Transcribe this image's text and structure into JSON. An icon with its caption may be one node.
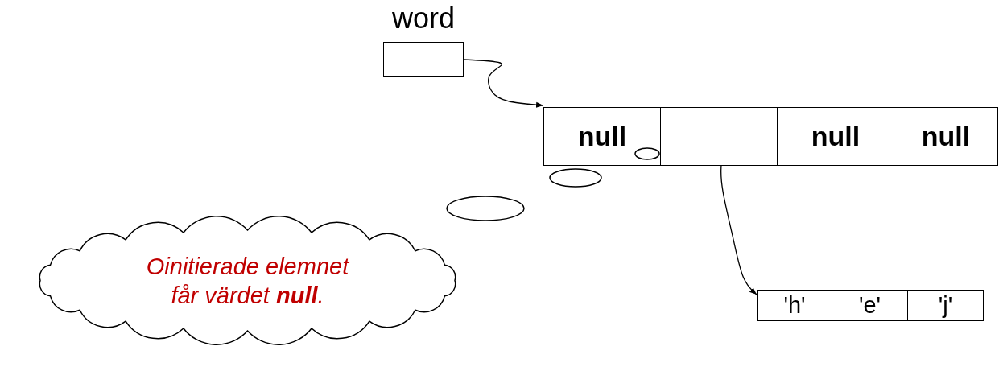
{
  "diagram": {
    "nodes": [
      {
        "text": [
          "word"
        ]
      },
      {
        "text": [
          "null"
        ]
      },
      {
        "text": [],
        "shape": "box"
      },
      {
        "text": [
          "null"
        ]
      },
      {
        "text": [
          "null"
        ]
      },
      {
        "text": [
          "'h'"
        ]
      },
      {
        "text": [
          "'e'"
        ]
      },
      {
        "text": [
          "'j'"
        ]
      },
      {
        "text": [
          "Oinitierade elemnet får värdet **null**."
        ]
      }
    ],
    "edges": [
      {
        "from": 0,
        "to": 1,
        "arrow": "to"
      },
      {
        "from": 2,
        "to": 5,
        "arrow": "to"
      }
    ]
  }
}
